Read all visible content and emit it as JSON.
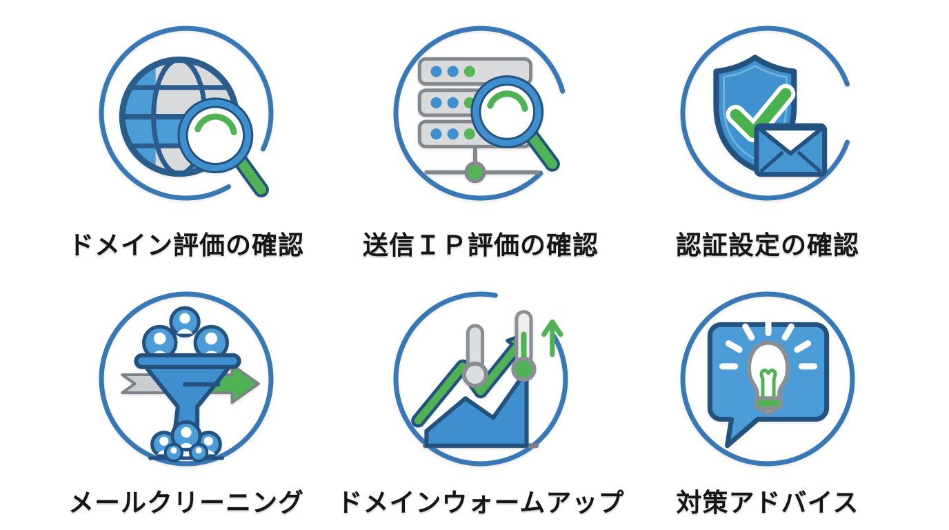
{
  "page": {
    "background": "#ffffff"
  },
  "colors": {
    "ring_blue": "#3878b4",
    "fill_blue": "#4b9cd7",
    "fill_blue_dark": "#3f8fce",
    "outline_navy": "#24527f",
    "green": "#4fb254",
    "gray_fill": "#d9dadc",
    "gray_stroke": "#83888d",
    "label_color": "#161616"
  },
  "items": [
    {
      "label": "ドメイン評価の確認",
      "icon": "globe-magnifier-icon"
    },
    {
      "label": "送信ＩＰ評価の確認",
      "icon": "server-magnifier-icon"
    },
    {
      "label": "認証設定の確認",
      "icon": "shield-check-envelope-icon"
    },
    {
      "label": "メールクリーニング",
      "icon": "funnel-people-arrow-icon"
    },
    {
      "label": "ドメインウォームアップ",
      "icon": "growth-chart-thermometer-icon"
    },
    {
      "label": "対策アドバイス",
      "icon": "speech-bubble-lightbulb-icon"
    }
  ]
}
